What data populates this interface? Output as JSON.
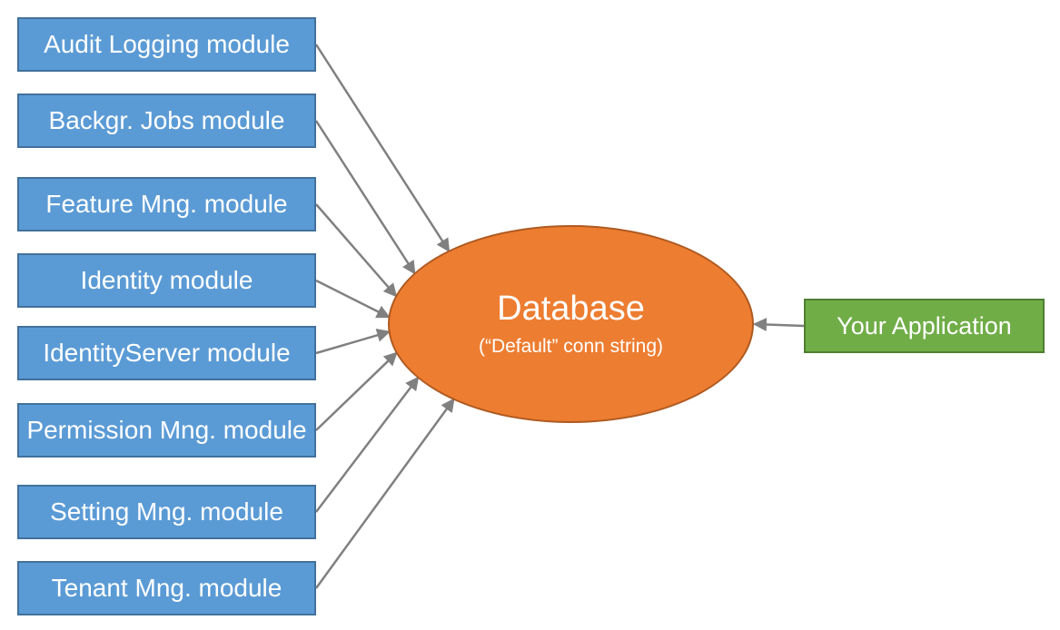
{
  "modules": [
    "Audit Logging module",
    "Backgr. Jobs module",
    "Feature Mng. module",
    "Identity module",
    "IdentityServer module",
    "Permission Mng. module",
    "Setting Mng. module",
    "Tenant Mng. module"
  ],
  "database": {
    "title": "Database",
    "subtitle": "(“Default” conn string)"
  },
  "application": {
    "label": "Your Application"
  },
  "connections": [
    {
      "from": "Audit Logging module",
      "to": "Database"
    },
    {
      "from": "Backgr. Jobs module",
      "to": "Database"
    },
    {
      "from": "Feature Mng. module",
      "to": "Database"
    },
    {
      "from": "Identity module",
      "to": "Database"
    },
    {
      "from": "IdentityServer module",
      "to": "Database"
    },
    {
      "from": "Permission Mng. module",
      "to": "Database"
    },
    {
      "from": "Setting Mng. module",
      "to": "Database"
    },
    {
      "from": "Tenant Mng. module",
      "to": "Database"
    },
    {
      "from": "Your Application",
      "to": "Database"
    }
  ],
  "colors": {
    "module_fill": "#5b9bd5",
    "module_border": "#41719c",
    "database_fill": "#ed7d31",
    "database_border": "#ae5a21",
    "app_fill": "#70ad47",
    "app_border": "#507e32",
    "arrow": "#808080",
    "text": "#ffffff"
  }
}
